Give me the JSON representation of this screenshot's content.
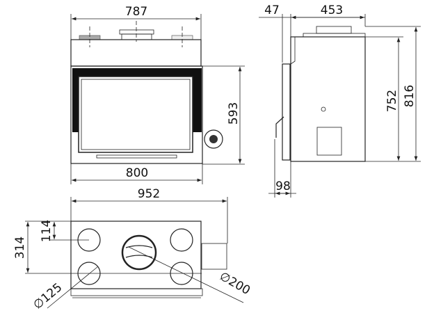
{
  "front_view": {
    "width_top": "787",
    "height": "593",
    "width_bottom": "800"
  },
  "side_view": {
    "door_offset": "47",
    "depth": "453",
    "body_height": "752",
    "total_height": "816",
    "door_depth": "98"
  },
  "top_view": {
    "total_width": "952",
    "depth": "314",
    "outlet_offset": "114",
    "small_diameter": "∅125",
    "large_diameter": "∅200"
  },
  "colors": {
    "line": "#222222",
    "frame": "#111111",
    "background": "#ffffff"
  }
}
